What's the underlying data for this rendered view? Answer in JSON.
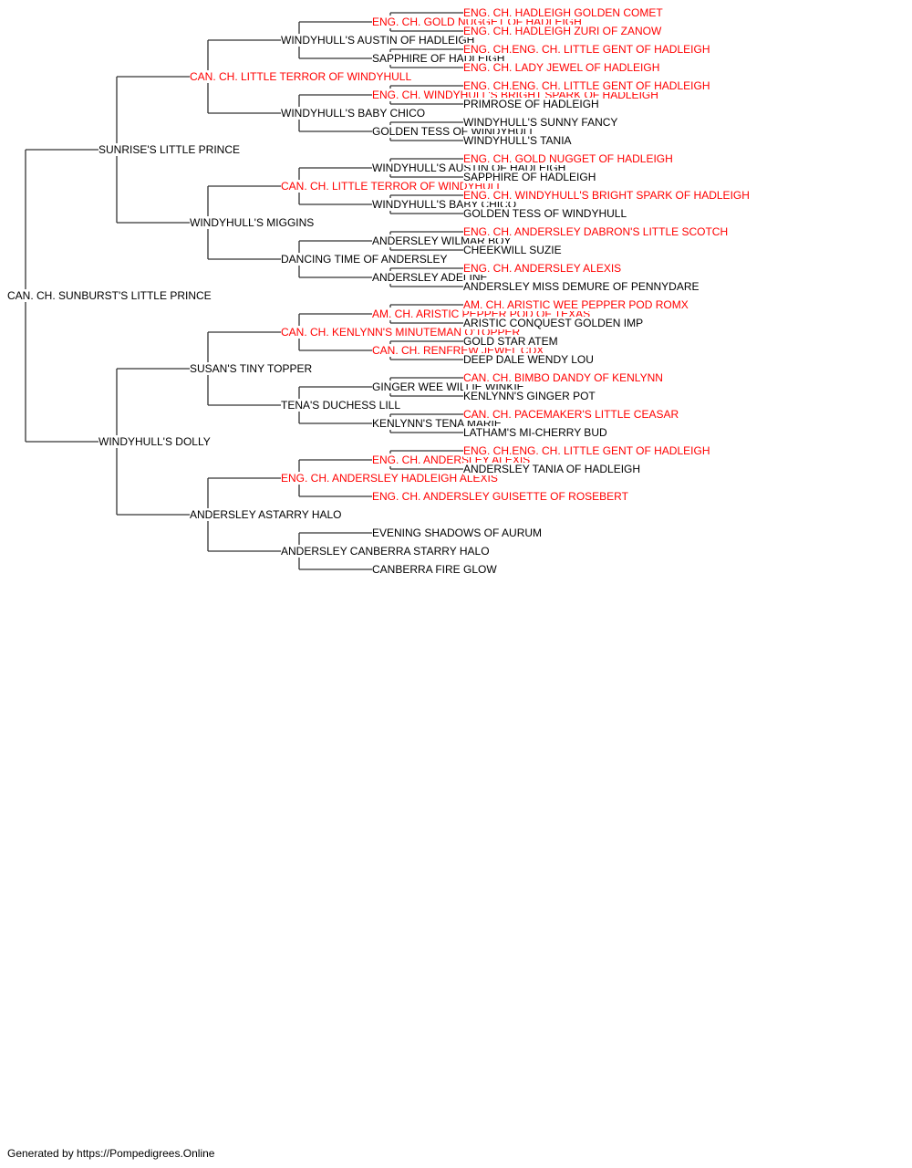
{
  "colors": {
    "champion": "#ff0000",
    "default": "#000000",
    "line": "#333333"
  },
  "subject": {
    "name": "CAN. CH. SUNBURST'S LITTLE PRINCE",
    "red": false
  },
  "sire": {
    "name": "SUNRISE'S LITTLE PRINCE",
    "red": false
  },
  "dam": {
    "name": "WINDYHULL'S DOLLY",
    "red": false
  },
  "pedigree": {
    "name": "CAN. CH. SUNBURST'S LITTLE PRINCE",
    "red": false,
    "sire": {
      "name": "SUNRISE'S LITTLE PRINCE",
      "red": false,
      "sire": {
        "name": "CAN. CH. LITTLE TERROR OF WINDYHULL",
        "red": true,
        "sire": {
          "name": "WINDYHULL'S AUSTIN OF HADLEIGH",
          "red": false,
          "sire": {
            "name": "ENG. CH. GOLD NUGGET OF HADLEIGH",
            "red": true,
            "sire": {
              "name": "ENG. CH. HADLEIGH GOLDEN COMET",
              "red": true
            },
            "dam": {
              "name": "ENG. CH. HADLEIGH ZURI OF ZANOW",
              "red": true
            }
          },
          "dam": {
            "name": "SAPPHIRE OF HADLEIGH",
            "red": false,
            "sire": {
              "name": "ENG. CH.ENG. CH. LITTLE GENT OF HADLEIGH",
              "red": true
            },
            "dam": {
              "name": "ENG. CH. LADY JEWEL OF HADLEIGH",
              "red": true
            }
          }
        },
        "dam": {
          "name": "WINDYHULL'S BABY CHICO",
          "red": false,
          "sire": {
            "name": "ENG. CH. WINDYHULL'S BRIGHT SPARK OF HADLEIGH",
            "red": true,
            "sire": {
              "name": "ENG. CH.ENG. CH. LITTLE GENT OF HADLEIGH",
              "red": true
            },
            "dam": {
              "name": "PRIMROSE OF HADLEIGH",
              "red": false
            }
          },
          "dam": {
            "name": "GOLDEN TESS OF WINDYHULL",
            "red": false,
            "sire": {
              "name": "WINDYHULL'S SUNNY FANCY",
              "red": false
            },
            "dam": {
              "name": "WINDYHULL'S TANIA",
              "red": false
            }
          }
        }
      },
      "dam": {
        "name": "WINDYHULL'S MIGGINS",
        "red": false,
        "sire": {
          "name": "CAN. CH. LITTLE TERROR OF WINDYHULL",
          "red": true,
          "sire": {
            "name": "WINDYHULL'S AUSTIN OF HADLEIGH",
            "red": false,
            "sire": {
              "name": "ENG. CH. GOLD NUGGET OF HADLEIGH",
              "red": true
            },
            "dam": {
              "name": "SAPPHIRE OF HADLEIGH",
              "red": false
            }
          },
          "dam": {
            "name": "WINDYHULL'S BABY CHICO",
            "red": false,
            "sire": {
              "name": "ENG. CH. WINDYHULL'S BRIGHT SPARK OF HADLEIGH",
              "red": true
            },
            "dam": {
              "name": "GOLDEN TESS OF WINDYHULL",
              "red": false
            }
          }
        },
        "dam": {
          "name": "DANCING TIME OF ANDERSLEY",
          "red": false,
          "sire": {
            "name": "ANDERSLEY WILMAR BOY",
            "red": false,
            "sire": {
              "name": "ENG. CH. ANDERSLEY DABRON'S LITTLE SCOTCH",
              "red": true
            },
            "dam": {
              "name": "CHEEKWILL SUZIE",
              "red": false
            }
          },
          "dam": {
            "name": "ANDERSLEY ADELINE",
            "red": false,
            "sire": {
              "name": "ENG. CH. ANDERSLEY ALEXIS",
              "red": true
            },
            "dam": {
              "name": "ANDERSLEY MISS DEMURE OF PENNYDARE",
              "red": false
            }
          }
        }
      }
    },
    "dam": {
      "name": "WINDYHULL'S DOLLY",
      "red": false,
      "sire": {
        "name": "SUSAN'S TINY TOPPER",
        "red": false,
        "sire": {
          "name": "CAN. CH. KENLYNN'S MINUTEMAN O'TOPPER",
          "red": true,
          "sire": {
            "name": "AM. CH. ARISTIC PEPPER POD OF TEXAS",
            "red": true,
            "sire": {
              "name": "AM. CH. ARISTIC WEE PEPPER POD ROMX",
              "red": true
            },
            "dam": {
              "name": "ARISTIC CONQUEST GOLDEN IMP",
              "red": false
            }
          },
          "dam": {
            "name": "CAN. CH. RENFREW JEWEL CDX",
            "red": true,
            "sire": {
              "name": "GOLD STAR ATEM",
              "red": false
            },
            "dam": {
              "name": "DEEP DALE WENDY LOU",
              "red": false
            }
          }
        },
        "dam": {
          "name": "TENA'S DUCHESS LILL",
          "red": false,
          "sire": {
            "name": "GINGER WEE WILLIE WINKIE",
            "red": false,
            "sire": {
              "name": "CAN. CH. BIMBO DANDY OF KENLYNN",
              "red": true
            },
            "dam": {
              "name": "KENLYNN'S GINGER POT",
              "red": false
            }
          },
          "dam": {
            "name": "KENLYNN'S TENA MARIE",
            "red": false,
            "sire": {
              "name": "CAN. CH. PACEMAKER'S LITTLE CEASAR",
              "red": true
            },
            "dam": {
              "name": "LATHAM'S MI-CHERRY BUD",
              "red": false
            }
          }
        }
      },
      "dam": {
        "name": "ANDERSLEY ASTARRY HALO",
        "red": false,
        "sire": {
          "name": "ENG. CH. ANDERSLEY HADLEIGH ALEXIS",
          "red": true,
          "sire": {
            "name": "ENG. CH. ANDERSLEY ALEXIS",
            "red": true,
            "sire": {
              "name": "ENG. CH.ENG. CH. LITTLE GENT OF HADLEIGH",
              "red": true
            },
            "dam": {
              "name": "ANDERSLEY TANIA OF HADLEIGH",
              "red": false
            }
          },
          "dam": {
            "name": "ENG. CH. ANDERSLEY GUISETTE OF ROSEBERT",
            "red": true
          }
        },
        "dam": {
          "name": "ANDERSLEY CANBERRA STARRY HALO",
          "red": false,
          "sire": {
            "name": "EVENING SHADOWS OF AURUM",
            "red": false
          },
          "dam": {
            "name": "CANBERRA FIRE GLOW",
            "red": false
          }
        }
      }
    }
  },
  "footer": {
    "text": "Generated by https://Pompedigrees.Online"
  }
}
